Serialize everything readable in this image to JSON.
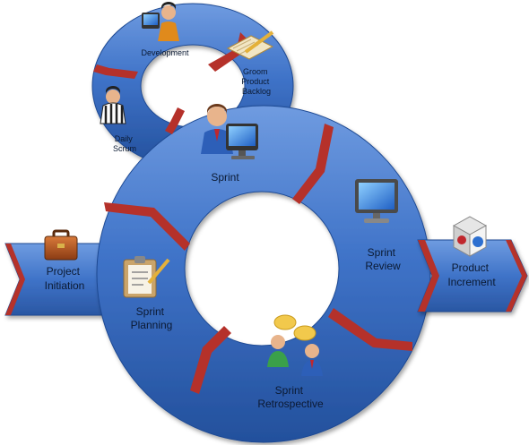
{
  "colors": {
    "ring_blue": "#3f73c8",
    "ring_blue_dark": "#1f4a93",
    "ring_blue_light": "#7aa3e6",
    "separator_red": "#b5312a",
    "separator_highlight": "#e9908a",
    "label_text": "#0b1a33"
  },
  "outer_cycle": {
    "sprint": [
      "Sprint"
    ],
    "review": [
      "Sprint",
      "Review"
    ],
    "retrospective": [
      "Sprint",
      "Retrospective"
    ],
    "planning": [
      "Sprint",
      "Planning"
    ]
  },
  "inner_cycle": {
    "development": [
      "Development"
    ],
    "groom": [
      "Groom",
      "Product",
      "Backlog"
    ],
    "daily_scrum": [
      "Daily",
      "Scrum"
    ]
  },
  "arrows": {
    "initiation": [
      "Project",
      "Initiation"
    ],
    "increment": [
      "Product",
      "Increment"
    ]
  },
  "icons": {
    "sprint": "developer-at-computer-icon",
    "review": "monitor-icon",
    "retrospective": "people-talking-icon",
    "planning": "clipboard-icon",
    "development": "developer-at-computer-icon",
    "groom": "notepad-pencil-icon",
    "daily_scrum": "referee-icon",
    "initiation": "briefcase-icon",
    "increment": "product-box-icon"
  }
}
